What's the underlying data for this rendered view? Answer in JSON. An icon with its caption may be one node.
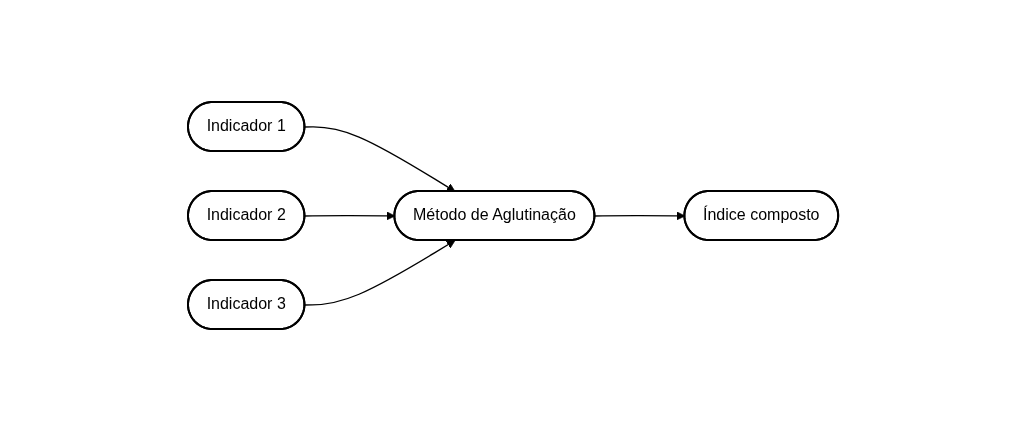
{
  "diagram": {
    "nodes": [
      {
        "text": [
          "Indicador 1"
        ]
      },
      {
        "text": [
          "Indicador 2"
        ]
      },
      {
        "text": [
          "Indicador 3"
        ]
      },
      {
        "text": [
          "Método de Aglutinação"
        ]
      },
      {
        "text": [
          "Índice composto"
        ]
      }
    ],
    "edges": [
      {
        "from": 0,
        "to": 3,
        "arrow": "to"
      },
      {
        "from": 1,
        "to": 3,
        "arrow": "to"
      },
      {
        "from": 2,
        "to": 3,
        "arrow": "to"
      },
      {
        "from": 3,
        "to": 4,
        "arrow": "to"
      }
    ]
  }
}
